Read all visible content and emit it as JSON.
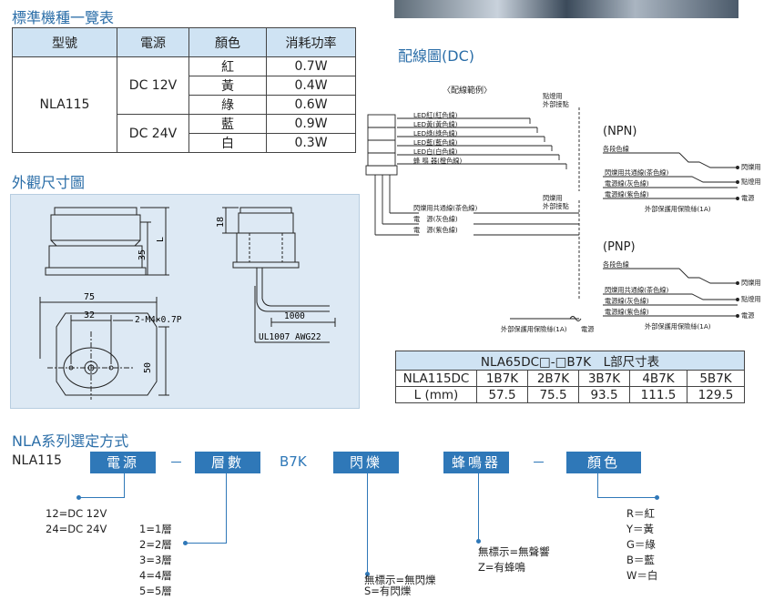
{
  "sections": {
    "standard_models": "標準機種一覽表",
    "dimensions": "外觀尺寸圖",
    "wiring": "配線圖(DC)",
    "selection": "NLA系列選定方式"
  },
  "standard_table": {
    "headers": [
      "型號",
      "電源",
      "顏色",
      "消耗功率"
    ],
    "model": "NLA115",
    "voltages": [
      "DC 12V",
      "DC 24V"
    ],
    "colors": [
      "紅",
      "黃",
      "綠",
      "藍",
      "白"
    ],
    "powers": [
      "0.7W",
      "0.4W",
      "0.6W",
      "0.9W",
      "0.3W"
    ]
  },
  "dimension_labels": {
    "height": "35",
    "length": "L",
    "top": "18",
    "width": "75",
    "hole_spacing": "32",
    "screw": "2-M4×0.7P",
    "depth": "50",
    "cable_len": "1000",
    "cable": "UL1007 AWG22"
  },
  "wiring": {
    "example": "〈配線範例〉",
    "external_contact": "點燈用\n外部接點",
    "flash_contact": "閃爍用\n外部接點",
    "leds": [
      "LED紅(紅色線)",
      "LED黃(黃色線)",
      "LED綠(綠色線)",
      "LED藍(藍色線)",
      "LED白(白色線)",
      "蜂 鳴 器(橙色線)"
    ],
    "common": "閃爍用共通線(茶色線)",
    "power_neg": "電　源(灰色線)",
    "power_pos": "電　源(紫色線)",
    "fuse": "外部保護用保險絲(1A)",
    "power": "電源",
    "npn": "(NPN)",
    "pnp": "(PNP)",
    "color_wires": "各段色線",
    "r_common": "閃爍用共通線(茶色線)",
    "r_gray": "電源線(灰色線)",
    "r_purple": "電源線(紫色線)",
    "r_fuse": "外部保護用保險絲(1A)",
    "out_flash": "閃爍用",
    "out_light": "點燈用",
    "out_power": "電源"
  },
  "length_table": {
    "title": "NLA65DC□-□B7K　L部尺寸表",
    "row1": [
      "NLA115DC",
      "1B7K",
      "2B7K",
      "3B7K",
      "4B7K",
      "5B7K"
    ],
    "row2": [
      "L (mm)",
      "57.5",
      "75.5",
      "93.5",
      "111.5",
      "129.5"
    ]
  },
  "selection": {
    "model": "NLA115",
    "power": "電源",
    "dash1": "－",
    "tiers": "層數",
    "b7k": "B7K",
    "flash": "閃爍",
    "buzzer": "蜂鳴器",
    "dash2": "－",
    "color": "顏色",
    "power_opts": [
      "12=DC 12V",
      "24=DC 24V"
    ],
    "tier_opts": [
      "1=1層",
      "2=2層",
      "3=3層",
      "4=4層",
      "5=5層"
    ],
    "flash_opts": [
      "無標示=無閃爍",
      "S=有閃爍"
    ],
    "buzzer_opts": [
      "無標示=無聲響",
      "Z=有蜂鳴"
    ],
    "color_opts": [
      "R＝紅",
      "Y＝黃",
      "G＝綠",
      "B＝藍",
      "W＝白"
    ]
  },
  "colors": {
    "accent": "#2f78b8",
    "header_bg": "#cfe3f3",
    "panel_bg": "#dde9f4"
  }
}
